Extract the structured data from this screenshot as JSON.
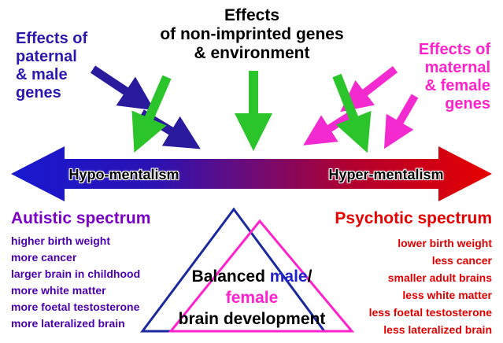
{
  "top_center": {
    "line1": "Effects",
    "line2": "of non-imprinted genes",
    "line3": "& environment"
  },
  "paternal": {
    "line1": "Effects of",
    "line2": "paternal",
    "line3": "& male",
    "line4": "genes"
  },
  "maternal": {
    "line1": "Effects of",
    "line2": "maternal",
    "line3": "& female",
    "line4": "genes"
  },
  "spectrum": {
    "left_label": "Hypo-mentalism",
    "right_label": "Hyper-mentalism"
  },
  "autistic": {
    "title": "Autistic spectrum",
    "items": [
      "higher birth weight",
      "more cancer",
      "larger brain in childhood",
      "more white matter",
      "more foetal testosterone",
      "more lateralized brain"
    ]
  },
  "psychotic": {
    "title": "Psychotic spectrum",
    "items": [
      "lower birth weight",
      "less cancer",
      "smaller adult brains",
      "less white matter",
      "less foetal testosterone",
      "less lateralized brain"
    ]
  },
  "balanced": {
    "word_balanced": "Balanced ",
    "word_male": "male",
    "slash": "/",
    "word_female": "female",
    "line_bottom": "brain development"
  },
  "colors": {
    "paternal_blue": "#2a18b0",
    "maternal_magenta": "#ff22cc",
    "green_arrow": "#2bc42b",
    "autistic_purple": "#4b00b0",
    "psychotic_red": "#e00000",
    "spectrum_gradient_left": "#1818d0",
    "spectrum_gradient_middle": "#6e0c78",
    "spectrum_gradient_right": "#e60000",
    "triangle_blue": "#1a2a9e",
    "triangle_magenta": "#ff22cc"
  }
}
